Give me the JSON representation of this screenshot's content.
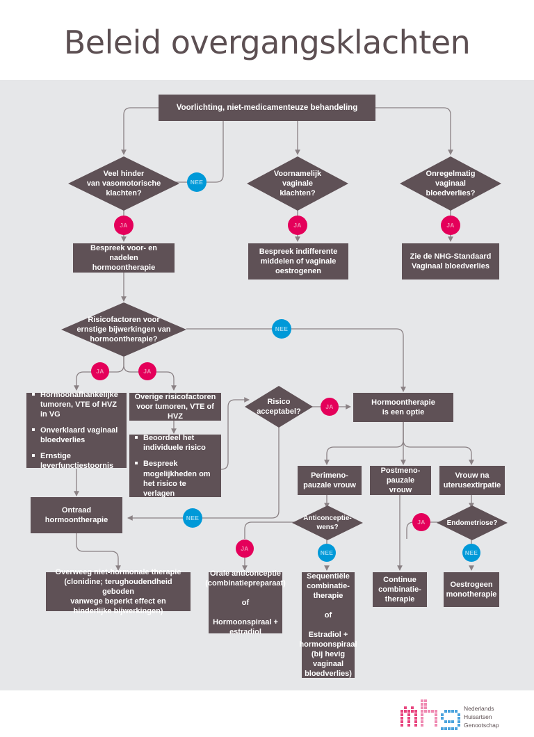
{
  "title": "Beleid overgangsklachten",
  "colors": {
    "node_fill": "#5f5156",
    "canvas_bg": "#e6e7e9",
    "page_bg": "#ffffff",
    "yes_badge": "#e4005a",
    "no_badge": "#0099d8",
    "connector": "#8a8184",
    "title_text": "#5c4f52"
  },
  "badges": {
    "yes": "JA",
    "no": "NEE"
  },
  "nodes": {
    "start": "Voorlichting, niet-medicamenteuze behandeling",
    "d_vasomotorisch": "Veel hinder\nvan vasomotorische\nklachten?",
    "d_vaginaal": "Voornamelijk\nvaginale\nklachten?",
    "d_bloedverlies": "Onregelmatig\nvaginaal\nbloedverlies?",
    "bespreek_voor_nadelen": "Bespreek voor- en nadelen\nhormoontherapie",
    "bespreek_indifferente": "Bespreek indifferente\nmiddelen of vaginale\noestrogenen",
    "zie_nhg_standaard": "Zie de NHG-Standaard\nVaginaal bloedverlies",
    "d_risicofactoren": "Risicofactoren voor\nernstige bijwerkingen van\nhormoontherapie?",
    "absolute_contra": [
      "Hormoonafhankelijke tumoren, VTE of HVZ in VG",
      "Onverklaard vaginaal bloedverlies",
      "Ernstige leverfunctiestoornis"
    ],
    "overige_risico": "Overige risicofactoren\nvoor tumoren, VTE of HVZ",
    "beoordeel_bespreek": [
      "Beoordeel het individuele risico",
      "Bespreek mogelijkheden om het risico te verlagen"
    ],
    "d_risico_acceptabel": "Risico\nacceptabel?",
    "hormoontherapie_optie": "Hormoontherapie\nis een optie",
    "perimenopauzaal": "Perimeno-\npauzale vrouw",
    "postmenopauzaal": "Postmeno-\npauzale vrouw",
    "uterusextirpatie": "Vrouw na\nuterusextirpatie",
    "ontraad": "Ontraad\nhormoontherapie",
    "d_anticonceptie": "Anticonceptie-\nwens?",
    "d_endometriose": "Endometriose?",
    "overweeg_niet_hormonaal": "Overweeg niet-hormonale therapie\n(clonidine; terughoudendheid geboden\nvanwege beperkt effect en\nhinderlijke bijwerkingen)",
    "orale_anticonceptie": "Orale anticonceptie\n(combinatiepreparaat)\n\nof\n\nHormoonspiraal +\nestradiol",
    "sequentiele": "Sequentiële\ncombinatie-\ntherapie\n\nof\n\nEstradiol +\nhormoonspiraal\n(bij hevig\nvaginaal\nbloedverlies)",
    "continue_combinatie": "Continue\ncombinatie-\ntherapie",
    "oestrogeen_mono": "Oestrogeen\nmonotherapie"
  },
  "logo": {
    "wordmark": "nhg",
    "organisation": "Nederlands\nHuisartsen\nGenootschap"
  }
}
